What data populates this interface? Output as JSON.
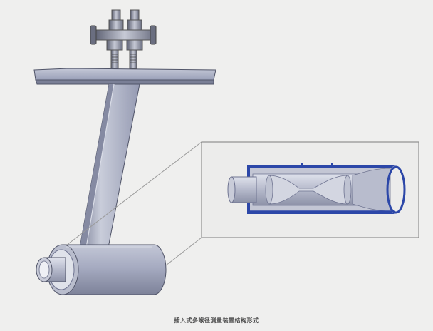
{
  "caption": "插入式多喉径测量装置结构形式",
  "colors": {
    "background": "#efefee",
    "metal": "#a9aec3",
    "metal_dark": "#6e7390",
    "section_blue": "#2c47a8",
    "detail_frame": "#8f8f8f"
  },
  "parts": {
    "valve_manifold": "valve-manifold",
    "mounting_flange": "mounting-flange",
    "support_strut": "support-strut",
    "measuring_tube": "measuring-tube",
    "detail_view": "cross-section-detail",
    "venturi_throat": "venturi-throat"
  }
}
